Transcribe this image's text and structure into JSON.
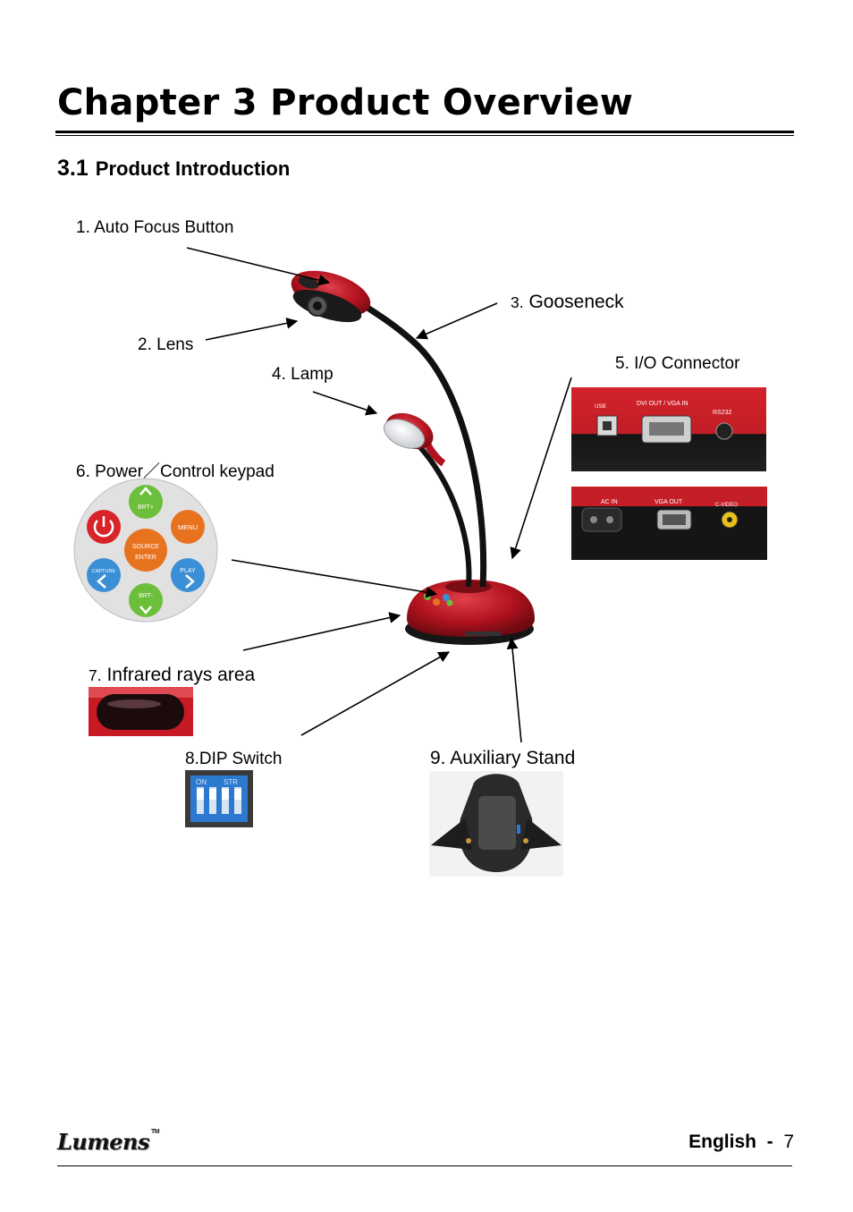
{
  "chapter_title": "Chapter 3 Product Overview",
  "section": {
    "number": "3.1",
    "title": "Product Introduction"
  },
  "labels": {
    "auto_focus": "1. Auto Focus Button",
    "lens": "2. Lens",
    "gooseneck_num": "3.",
    "gooseneck": " Gooseneck",
    "lamp": "4. Lamp",
    "io_connector": "5. I/O Connector",
    "keypad": "6. Power／Control keypad",
    "infrared_num": "7.",
    "infrared": " Infrared rays area",
    "dip_switch": "8.DIP Switch",
    "aux_stand": "9. Auxiliary Stand"
  },
  "keypad": {
    "brt_plus": "BRT+",
    "menu": "MENU",
    "source": "SOURCE",
    "enter": "ENTER",
    "capture": "CAPTURE",
    "play": "PLAY",
    "brt_minus": "BRT-"
  },
  "io_photo_top": {
    "dvi": "DVI  OUT / VGA  IN",
    "rs232": "RS232",
    "usb": "USB"
  },
  "io_photo_bottom": {
    "ac_in": "AC  IN",
    "vga_out": "VGA  OUT",
    "cvideo": "C-VIDEO"
  },
  "dip_photo": {
    "on": "ON",
    "str": "STR"
  },
  "footer": {
    "logo": "Lumens",
    "trademark": "TM",
    "language": "English",
    "separator": "-",
    "page": "7"
  },
  "colors": {
    "camera_red": "#b0121e",
    "keypad_green": "#6cbf3a",
    "keypad_orange": "#e8731f",
    "keypad_blue": "#3b8fd6",
    "keypad_red": "#d9232b"
  }
}
